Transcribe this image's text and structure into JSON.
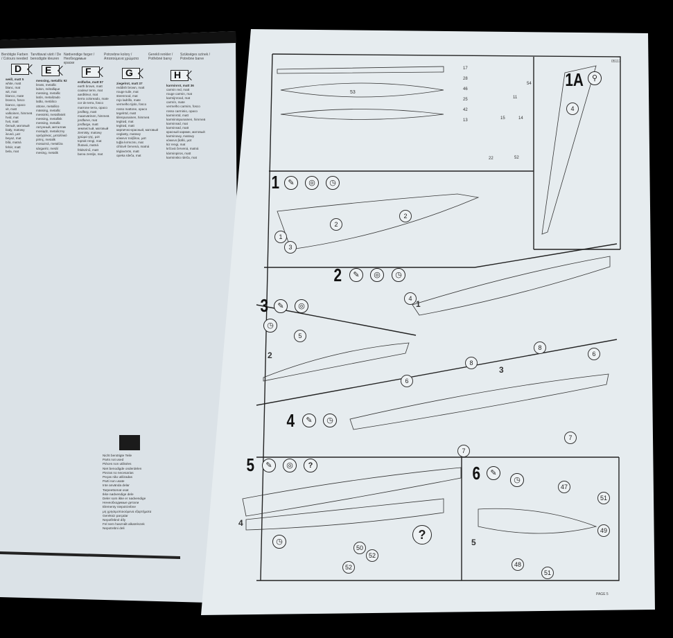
{
  "left_page": {
    "header_languages": [
      "Benötigte Farben / Colours needed",
      "Tarvittavat värit / De benodigde kleuren",
      "Nødvendige farger / Необходимые краски",
      "Potrzebne kolory / Απαιτούμενα χρώματα",
      "Gerekli renkler / Potřebné barvy",
      "Szükséges színek / Potrebne barve"
    ],
    "color_codes": [
      {
        "code": "D",
        "items": [
          "weiß, matt 5",
          "white, matt",
          "blanc, mat",
          "wit, mat",
          "blanco, mate",
          "branco, fosco",
          "bianco, opaco",
          "vit, matt",
          "valkoinen, himmeä",
          "hvid, mat",
          "hvit, matt",
          "белый, матовый",
          "biały, matowy",
          "λευκό, ματ",
          "beyaz, mat",
          "bílá, matná",
          "fehér, matt",
          "bela, mat"
        ]
      },
      {
        "code": "E",
        "items": [
          "messing, metallic 92",
          "brass, metallic",
          "laiton, métallique",
          "messing, metallic",
          "latón, metalizado",
          "latão, metálico",
          "ottone, metallico",
          "mässing, metallic",
          "messinki, metallivärit",
          "messing, metallisk",
          "messing, metallic",
          "латунный, металлик",
          "mosiądz, metaliczny",
          "ορείχαλκος, μεταλλικό",
          "pirinç, metalik",
          "mosazná, metalíza",
          "sárgaréz, metál",
          "mesing, metalik"
        ]
      },
      {
        "code": "F",
        "items": [
          "erdfarbe, matt 87",
          "earth brown, matt",
          "couleur terre, mat",
          "aardkleur, mat",
          "tierra coloreado, mate",
          "cor de terra, fosco",
          "marrone terra, opaco",
          "jordfärg, matt",
          "maanvärinen, himmeä",
          "jordfarve, mat",
          "jordfarge, matt",
          "землистый, матовый",
          "ziemisty, matowy",
          "χρώμα γης, ματ",
          "toprak rengi, mat",
          "žlutavá, matná",
          "földszínű, matt",
          "barva zemlje, mat"
        ]
      },
      {
        "code": "G",
        "items": [
          "ziegelrot, matt 37",
          "reddish brown, matt",
          "rouge tuile, mat",
          "steenrood, mat",
          "rojo ladrillo, mate",
          "vermelho tijolo, fosco",
          "rosso mattone, opaco",
          "tegelröd, matt",
          "tiilenpunainen, himmeä",
          "teglrød, mat",
          "teglrød, matt",
          "кирпично-красный, матовый",
          "ceglasty, matowy",
          "κόκκινο τούβλου, ματ",
          "tuğla kırmızısı, mat",
          "cihlově červená, matná",
          "téglavörös, matt",
          "opeka rdeča, mat"
        ]
      },
      {
        "code": "H",
        "items": [
          "karminrot, matt 36",
          "carmin red, matt",
          "rouge carmin, mat",
          "karmijnrood, mat",
          "carmín, mate",
          "vermelho carmim, fosco",
          "rosso carminio, opaco",
          "karminröd, matt",
          "karmiininpunainen, himmeä",
          "karminrød, mat",
          "karminrød, matt",
          "красный кармин, матовый",
          "karminowy, matowy",
          "κόκκινο βαθύ, ματ",
          "kiz rengi, mat",
          "krčová červená, matná",
          "kárminpiros, matt",
          "karminsko rdeča, mat"
        ]
      }
    ],
    "parts_not_used": [
      "Nicht benötigte Teile",
      "Parts not used",
      "Pièces non utilisées",
      "Niet benodigde onderdelen",
      "Piezas no necesarias",
      "Peças não utilizadas",
      "Parti non usate",
      "Inte använda delar",
      "Tarpeettomat osat",
      "Ikke nødvendige dele",
      "Deler som ikke er nødvendige",
      "Ненеобходимые детали",
      "Elementy niepotrzebne",
      "μη χρησιμοποιούμενα εξαρτήματα",
      "Gereksiz parçalar",
      "Nepotřebné díly",
      "Fel nem használt alkatrészek",
      "Nepotrebni deli"
    ]
  },
  "right_page": {
    "kit_number": "05117",
    "page_label": "PAGE 5",
    "steps": [
      {
        "id": "1A",
        "callouts": [
          "4"
        ]
      },
      {
        "id": "1",
        "callouts": [
          "2",
          "2",
          "1",
          "3"
        ]
      },
      {
        "id": "2",
        "callouts": [
          "4",
          "1"
        ]
      },
      {
        "id": "3",
        "callouts": [
          "5",
          "2"
        ]
      },
      {
        "id": "4",
        "callouts": [
          "8",
          "8",
          "6",
          "6",
          "3",
          "7",
          "7"
        ]
      },
      {
        "id": "5",
        "callouts": [
          "4",
          "50",
          "52",
          "52"
        ]
      },
      {
        "id": "6",
        "callouts": [
          "47",
          "51",
          "49",
          "48",
          "51",
          "5"
        ]
      }
    ],
    "parts_tree_labels": [
      "53",
      "17",
      "28",
      "46",
      "25",
      "42",
      "13",
      "11",
      "15",
      "14",
      "52",
      "54",
      "22"
    ],
    "question_mark": "?"
  },
  "colors": {
    "paper": "#e4eaee",
    "background": "#000000",
    "ink": "#1b1b1b"
  }
}
